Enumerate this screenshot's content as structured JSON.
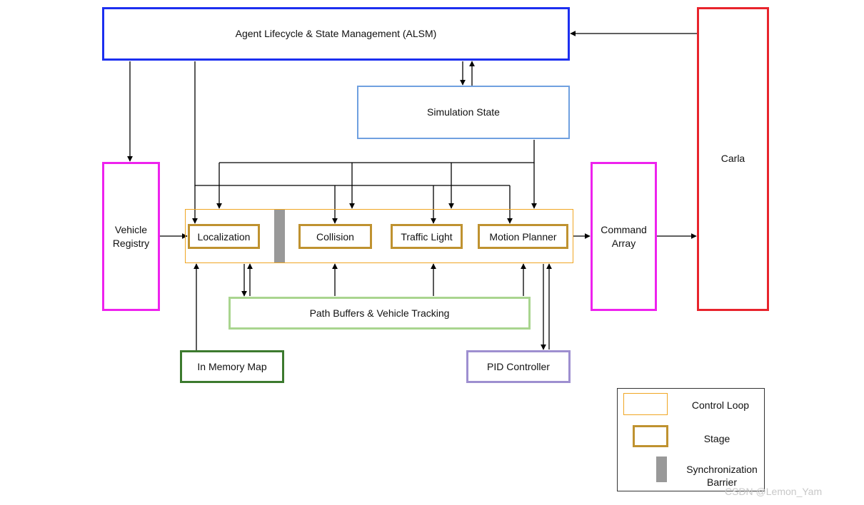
{
  "blocks": {
    "alsm": "Agent Lifecycle & State Management (ALSM)",
    "simulation_state": "Simulation State",
    "carla": "Carla",
    "vehicle_registry": "Vehicle\nRegistry",
    "command_array": "Command\nArray",
    "path_buffers": "Path Buffers & Vehicle Tracking",
    "in_memory_map": "In Memory Map",
    "pid_controller": "PID Controller"
  },
  "stages": {
    "localization": "Localization",
    "collision": "Collision",
    "traffic_light": "Traffic Light",
    "motion_planner": "Motion Planner"
  },
  "legend": {
    "control_loop": "Control Loop",
    "stage": "Stage",
    "sync_barrier": "Synchronization\nBarrier"
  },
  "colors": {
    "alsm_border": "#1c2ff0",
    "simulation_state_border": "#6fa0e0",
    "carla_border": "#e8242c",
    "registry_border": "#ee22ee",
    "control_loop_border": "#f0a623",
    "stage_border": "#bf9230",
    "barrier_fill": "#999999",
    "path_buffers_border": "#a9d58f",
    "map_border": "#3c7a2e",
    "pid_border": "#9e8fd0"
  },
  "watermark": "CSDN @Lemon_Yam"
}
